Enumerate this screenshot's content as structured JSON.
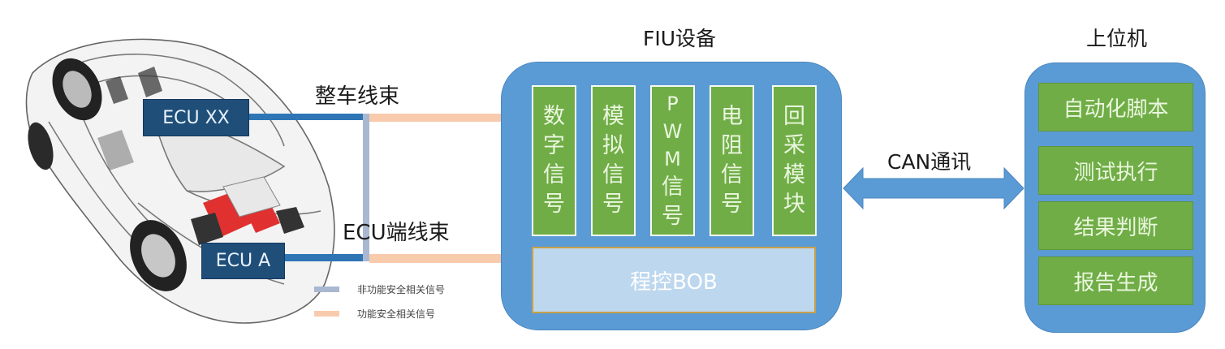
{
  "colors": {
    "ecu_fill": "#1f4e79",
    "vehicle_harness": "#2e75b6",
    "non_safety_signal": "#a9b8d0",
    "safety_signal": "#f8cbad",
    "container_blue": "#5b9bd5",
    "module_green": "#70ad47",
    "bob_fill": "#bdd7ee"
  },
  "vehicle": {
    "image": "transparent-car-icon",
    "ecus": [
      {
        "label": "ECU XX"
      },
      {
        "label": "ECU A"
      }
    ]
  },
  "harness_labels": {
    "vehicle_harness": "整车线束",
    "ecu_harness": "ECU端线束"
  },
  "legend": [
    {
      "label": "非功能安全相关信号",
      "color": "#a9b8d0"
    },
    {
      "label": "功能安全相关信号",
      "color": "#f8cbad"
    }
  ],
  "fiu": {
    "title": "FIU设备",
    "modules": [
      {
        "chars": [
          "数",
          "字",
          "信",
          "号"
        ]
      },
      {
        "chars": [
          "模",
          "拟",
          "信",
          "号"
        ]
      },
      {
        "chars": [
          "P",
          "W",
          "M",
          "信",
          "号"
        ]
      },
      {
        "chars": [
          "电",
          "阻",
          "信",
          "号"
        ]
      },
      {
        "chars": [
          "回",
          "采",
          "模",
          "块"
        ]
      }
    ],
    "bob_label": "程控BOB"
  },
  "link": {
    "label": "CAN通讯"
  },
  "host": {
    "title": "上位机",
    "items": [
      {
        "label": "自动化脚本"
      },
      {
        "label": "测试执行"
      },
      {
        "label": "结果判断"
      },
      {
        "label": "报告生成"
      }
    ]
  }
}
